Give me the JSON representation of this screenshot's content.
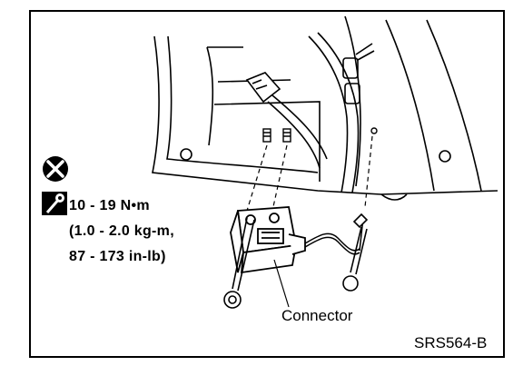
{
  "figure": {
    "torque_spec": {
      "line1": "10 - 19 N•m",
      "line2": "(1.0 - 2.0 kg-m,",
      "line3": "87 - 173 in-lb)"
    },
    "callout_connector": "Connector",
    "figure_code": "SRS564-B",
    "icons": [
      "do-not-reuse-icon",
      "torque-wrench-icon"
    ],
    "colors": {
      "ink": "#000000",
      "paper": "#ffffff"
    }
  }
}
